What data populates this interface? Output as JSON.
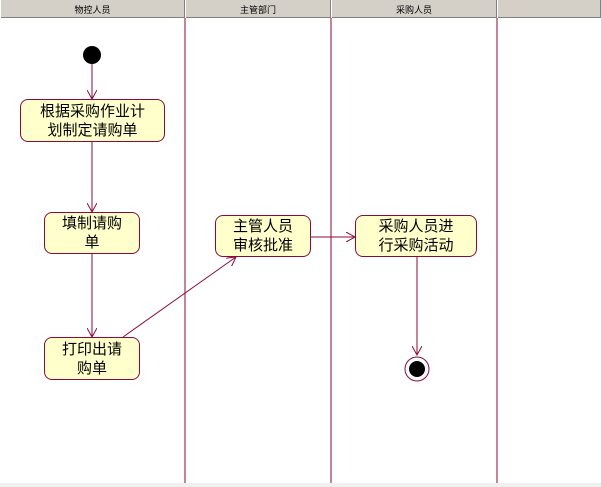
{
  "lanes": [
    {
      "title": "物控人员"
    },
    {
      "title": "主管部门"
    },
    {
      "title": "采购人员"
    }
  ],
  "nodes": {
    "make_plan": "根据采购作业计\n划制定请购单",
    "fill_req": "填制请购\n单",
    "print_req": "打印出请\n购单",
    "approve": "主管人员\n审核批准",
    "purchase": "采购人员进\n行采购活动"
  },
  "colors": {
    "node_fill": "#ffffcc",
    "node_border": "#8b0a3a",
    "lane_line": "#8b0a3a",
    "arrow": "#8b0a3a"
  }
}
